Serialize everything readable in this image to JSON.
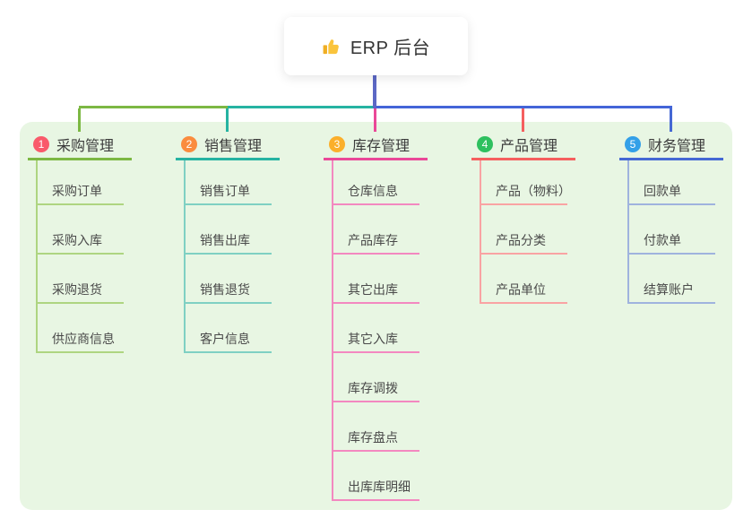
{
  "root": {
    "icon": "thumbs-up-icon",
    "label": "ERP 后台"
  },
  "canvas_bg": "#ffffff",
  "panel_bg": "#e8f6e3",
  "connector": {
    "stem_color": "#5c68c5",
    "left_segment_color": "#7cb843",
    "mid_segment_color": "#26b3a2",
    "right_segment_color": "#4365d8"
  },
  "branches": [
    {
      "badge": "1",
      "badge_color": "#f95a6b",
      "line_color": "#7cb843",
      "child_line_color": "#aed581",
      "label": "采购管理",
      "children": [
        "采购订单",
        "采购入库",
        "采购退货",
        "供应商信息"
      ]
    },
    {
      "badge": "2",
      "badge_color": "#fa8c3e",
      "line_color": "#26b3a2",
      "child_line_color": "#7fd0c3",
      "label": "销售管理",
      "children": [
        "销售订单",
        "销售出库",
        "销售退货",
        "客户信息"
      ]
    },
    {
      "badge": "3",
      "badge_color": "#ea4898",
      "line_color": "#ea4898",
      "child_line_color": "#f388c0",
      "label": "库存管理",
      "children": [
        "仓库信息",
        "产品库存",
        "其它出库",
        "其它入库",
        "库存调拨",
        "库存盘点",
        "出库库明细"
      ]
    },
    {
      "badge": "4",
      "badge_color": "#2ec05f",
      "line_color": "#f55f5f",
      "child_line_color": "#f9a3a3",
      "label": "产品管理",
      "children": [
        "产品（物料）",
        "产品分类",
        "产品单位"
      ]
    },
    {
      "badge": "5",
      "badge_color": "#33a0e8",
      "line_color": "#4568d4",
      "child_line_color": "#9fb3de",
      "label": "财务管理",
      "children": [
        "回款单",
        "付款单",
        "结算账户"
      ]
    }
  ],
  "badge_colors": [
    "#f95a6b",
    "#fa8c3e",
    "#fbaf2b",
    "#2ec05f",
    "#33a0e8"
  ]
}
